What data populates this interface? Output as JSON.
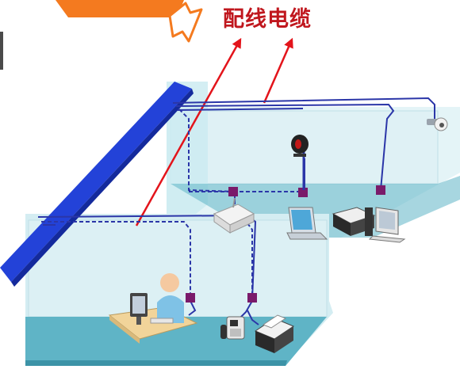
{
  "diagram": {
    "label": "配线电缆",
    "colors": {
      "cable": "#2b36a8",
      "arrow": "#e3141b",
      "label": "#c0171e",
      "banner": "#f47a1f",
      "outlet": "#7a1a6a",
      "floor": "#5fb4c6",
      "wall": "#c9e9ef",
      "riser": "#2342d8"
    },
    "devices": [
      {
        "name": "ip-camera",
        "icon": "camera-icon"
      },
      {
        "name": "access-point",
        "icon": "antenna-icon"
      },
      {
        "name": "laptop",
        "icon": "laptop-icon"
      },
      {
        "name": "scanner",
        "icon": "scanner-icon"
      },
      {
        "name": "desktop-computer",
        "icon": "monitor-icon"
      },
      {
        "name": "wireless-router",
        "icon": "router-icon"
      },
      {
        "name": "user-workstation",
        "icon": "user-icon"
      },
      {
        "name": "ip-phone",
        "icon": "phone-icon"
      },
      {
        "name": "fax-printer",
        "icon": "printer-icon"
      }
    ]
  }
}
